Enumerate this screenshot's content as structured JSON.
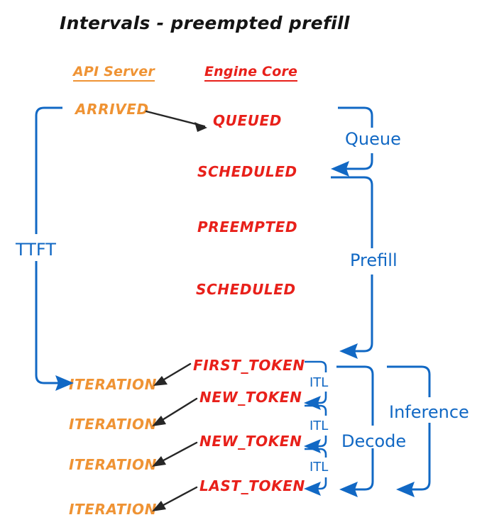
{
  "title": "Intervals - preempted prefill",
  "colors": {
    "api_server": "#ef9334",
    "engine_core": "#e8201a",
    "interval": "#1168c4",
    "arrow": "#262626",
    "background": "#ffffff"
  },
  "columns": [
    {
      "label": "API Server",
      "color": "#ef9334"
    },
    {
      "label": "Engine Core",
      "color": "#e8201a"
    }
  ],
  "api_server_events": [
    {
      "label": "ARRIVED"
    },
    {
      "label": "ITERATION"
    },
    {
      "label": "ITERATION"
    },
    {
      "label": "ITERATION"
    },
    {
      "label": "ITERATION"
    }
  ],
  "engine_core_events": [
    {
      "label": "QUEUED"
    },
    {
      "label": "SCHEDULED"
    },
    {
      "label": "PREEMPTED"
    },
    {
      "label": "SCHEDULED"
    },
    {
      "label": "FIRST_TOKEN"
    },
    {
      "label": "NEW_TOKEN"
    },
    {
      "label": "NEW_TOKEN"
    },
    {
      "label": "LAST_TOKEN"
    }
  ],
  "intervals": [
    {
      "name": "TTFT",
      "label": "TTFT"
    },
    {
      "name": "Queue",
      "label": "Queue"
    },
    {
      "name": "Prefill",
      "label": "Prefill"
    },
    {
      "name": "Decode",
      "label": "Decode"
    },
    {
      "name": "Inference",
      "label": "Inference"
    }
  ],
  "itl_labels": [
    {
      "label": "ITL"
    },
    {
      "label": "ITL"
    },
    {
      "label": "ITL"
    }
  ]
}
